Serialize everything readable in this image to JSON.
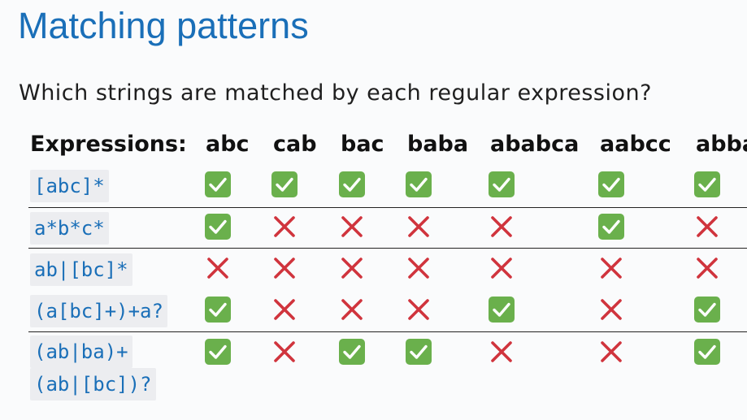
{
  "title": "Matching patterns",
  "question": "Which strings are matched by each regular expression?",
  "table": {
    "header_label": "Expressions:",
    "columns": [
      "abc",
      "cab",
      "bac",
      "baba",
      "ababca",
      "aabcc",
      "abba"
    ],
    "rows": [
      {
        "expression": "[abc]*",
        "matches": [
          true,
          true,
          true,
          true,
          true,
          true,
          true
        ]
      },
      {
        "expression": "a*b*c*",
        "matches": [
          true,
          false,
          false,
          false,
          false,
          true,
          false
        ]
      },
      {
        "expression": "ab|[bc]*",
        "matches": [
          false,
          false,
          false,
          false,
          false,
          false,
          false
        ]
      },
      {
        "expression": "(a[bc]+)+a?",
        "matches": [
          true,
          false,
          false,
          false,
          true,
          false,
          true
        ]
      },
      {
        "expression_lines": [
          "(ab|ba)+",
          "(ab|[bc])?"
        ],
        "matches": [
          true,
          false,
          true,
          true,
          false,
          false,
          true
        ]
      }
    ]
  },
  "colors": {
    "title": "#1a6fb8",
    "code": "#1a6fb8",
    "check_bg": "#6ab04c",
    "cross": "#d0343d"
  },
  "icons": {
    "match": "check-mark-icon",
    "no_match": "cross-mark-icon"
  }
}
